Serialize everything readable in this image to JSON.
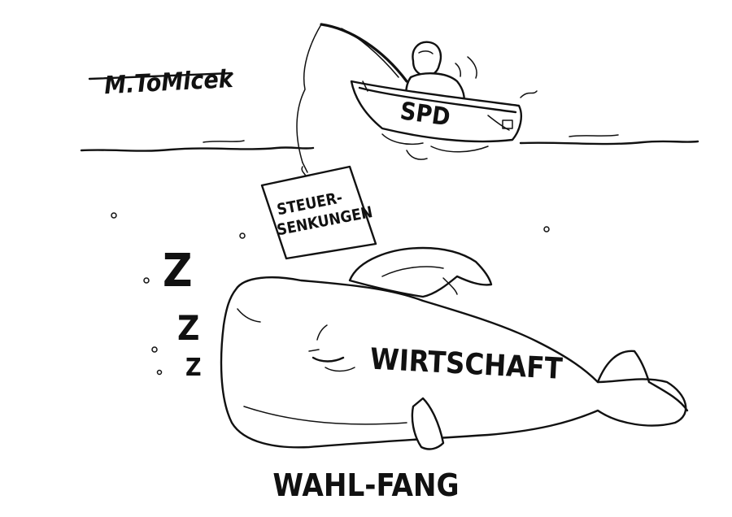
{
  "signature": "M.ToMicek",
  "boat_label": "SPD",
  "sign_line1": "STEUER-",
  "sign_line2": "SENKUNGEN",
  "whale_label": "WIRTSCHAFT",
  "snore_letter": "Z",
  "caption": "WAHL-FANG"
}
